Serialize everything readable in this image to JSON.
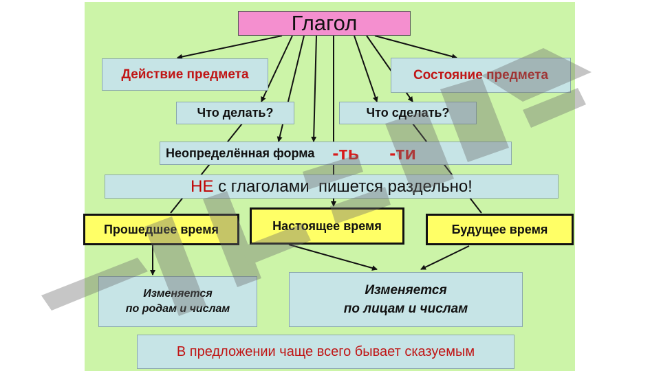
{
  "diagram": {
    "root": "Глагол",
    "action": "Действие предмета",
    "state": "Состояние предмета",
    "q_do": "Что делать?",
    "q_done": "Что сделать?",
    "infinitive": {
      "label": "Неопределённая форма",
      "suffix1": "-ть",
      "suffix2": "-ти"
    },
    "ne_rule": {
      "ne": "НЕ",
      "rest": " с глаголами  пишется раздельно!"
    },
    "tenses": {
      "past": "Прошедшее время",
      "present": "Настоящее время",
      "future": "Будущее время"
    },
    "changes_gender": {
      "line1": "Изменяется",
      "line2": "по родам и числам"
    },
    "changes_person": {
      "line1": "Изменяется",
      "line2": "по лицам и числам"
    },
    "sentence_role": "В предложении чаще всего бывает сказуемым"
  },
  "colors": {
    "background": "#ccf4a8",
    "root_box": "#f48fcf",
    "concept_box": "#c6e4e6",
    "tense_box": "#ffff66",
    "accent_red": "#c01515"
  }
}
